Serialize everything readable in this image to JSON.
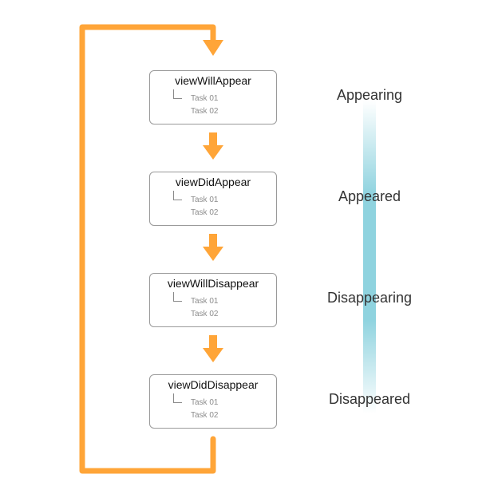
{
  "states": [
    {
      "method": "viewWillAppear",
      "tasks": [
        "Task 01",
        "Task 02"
      ]
    },
    {
      "method": "viewDidAppear",
      "tasks": [
        "Task 01",
        "Task 02"
      ]
    },
    {
      "method": "viewWillDisappear",
      "tasks": [
        "Task 01",
        "Task 02"
      ]
    },
    {
      "method": "viewDidDisappear",
      "tasks": [
        "Task 01",
        "Task 02"
      ]
    }
  ],
  "phases": [
    "Appearing",
    "Appeared",
    "Disappearing",
    "Disappeared"
  ],
  "colors": {
    "arrow": "#FFA538",
    "timeline": "#8FD3DF",
    "box_border": "#9A9A9A",
    "task_text": "#8C8C8C",
    "title_text": "#111111",
    "phase_text": "#333333"
  }
}
